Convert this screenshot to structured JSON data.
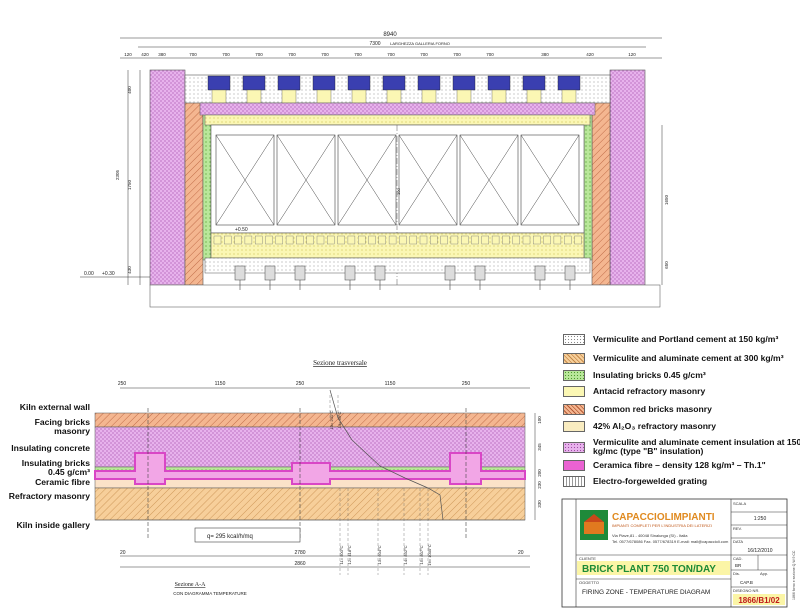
{
  "top_section": {
    "overall_width_dim": "8940",
    "inner_width_dim": "7300",
    "inner_width_note": "LARGHEZZA GALLERIA FORNO",
    "top_dims": [
      "120",
      "420",
      "380",
      "700",
      "700",
      "700",
      "700",
      "700",
      "700",
      "700",
      "700",
      "700",
      "700",
      "380",
      "420",
      "120"
    ],
    "left_dims": [
      "400",
      "1750",
      "2305",
      "430"
    ],
    "right_dims": [
      "1650",
      "650"
    ],
    "elev_left": [
      "0.00",
      "+0.30"
    ],
    "elev_mark": "+0.50",
    "center_dim": "100"
  },
  "cross_section": {
    "title": "Sezione trasversale",
    "subtitle": "Sezione A-A",
    "subtitle_note": "CON DIAGRAMMA TEMPERATURE",
    "top_dims": [
      "250",
      "1150",
      "250",
      "1150",
      "250"
    ],
    "bottom_dims": [
      "20",
      "2780",
      "20"
    ],
    "overall_dim": "2860",
    "right_dims": [
      "100",
      "345",
      "200",
      "230",
      "330"
    ],
    "formula": "q= 295 kcal/h/mq",
    "temps": [
      "13= 201°C",
      "14= 39°C",
      "11= 500°C",
      "12= 418°C",
      "13= 604°C",
      "14= 832°C",
      "15= 807°C",
      "16= 1000°C"
    ]
  },
  "side_labels": [
    "Kiln external wall",
    "Facing bricks masonry",
    "Insulating concrete",
    "Insulating bricks 0.45 g/cm³",
    "Ceramic fibre",
    "Refractory masonry",
    "Kiln inside gallery"
  ],
  "legend": [
    {
      "text": "Vermiculite and Portland cement at 150 kg/m³",
      "color": "#ffffff"
    },
    {
      "text": "Vermiculite and aluminate cement at 300 kg/m³",
      "color": "#f7cf9a"
    },
    {
      "text": "Insulating bricks 0.45 g/cm³",
      "color": "#b9e79a"
    },
    {
      "text": "Antacid refractory masonry",
      "color": "#fbf7b4"
    },
    {
      "text": "Common red bricks masonry",
      "color": "#f4b690"
    },
    {
      "text": "42% Al₂O₃ refractory masonry",
      "color": "#f9ecc0"
    },
    {
      "text": "Vermiculite and aluminate cement insulation at 150 kg/mc (type \"B\" insulation)",
      "color": "#e7b2ec"
    },
    {
      "text": "Ceramica fibre – density 128 kg/m³ – Th.1\"",
      "color": "#ea62d2"
    },
    {
      "text": "Electro-forgewelded grating",
      "color": "#ffffff"
    }
  ],
  "title_block": {
    "company": "CAPACCIOLIMPIANTI",
    "company_sub": "IMPIANTI COMPLETI PER L'INDUSTRIA DEI LATERIZI",
    "address": "Via Piave,81 - 40048 Sinalunga (SI) - Italia",
    "contacts": "Tel. 0577/678086  Fax. 0577/678319  E-mail: mail@capaccioli.com",
    "client_label": "CLIENTE",
    "client": "BRICK PLANT 750 TON/DAY",
    "subject_label": "OGGETTO",
    "subject": "FIRING ZONE - TEMPERATURE DIAGRAM",
    "scale_label": "SCALA",
    "scale": "1:250",
    "rev_label": "REV.",
    "date_label": "DATA",
    "date": "16/12/2010",
    "cad_label": "CAD.",
    "cad": "BR",
    "dis_label": "Dis.",
    "dis": "CAP.B",
    "app_label": "App.",
    "drawing_label": "DISEGNO NR.",
    "drawing_no": "1866/B1/02",
    "side_note": "1866 forno e sezione Q.W.9 CC"
  }
}
